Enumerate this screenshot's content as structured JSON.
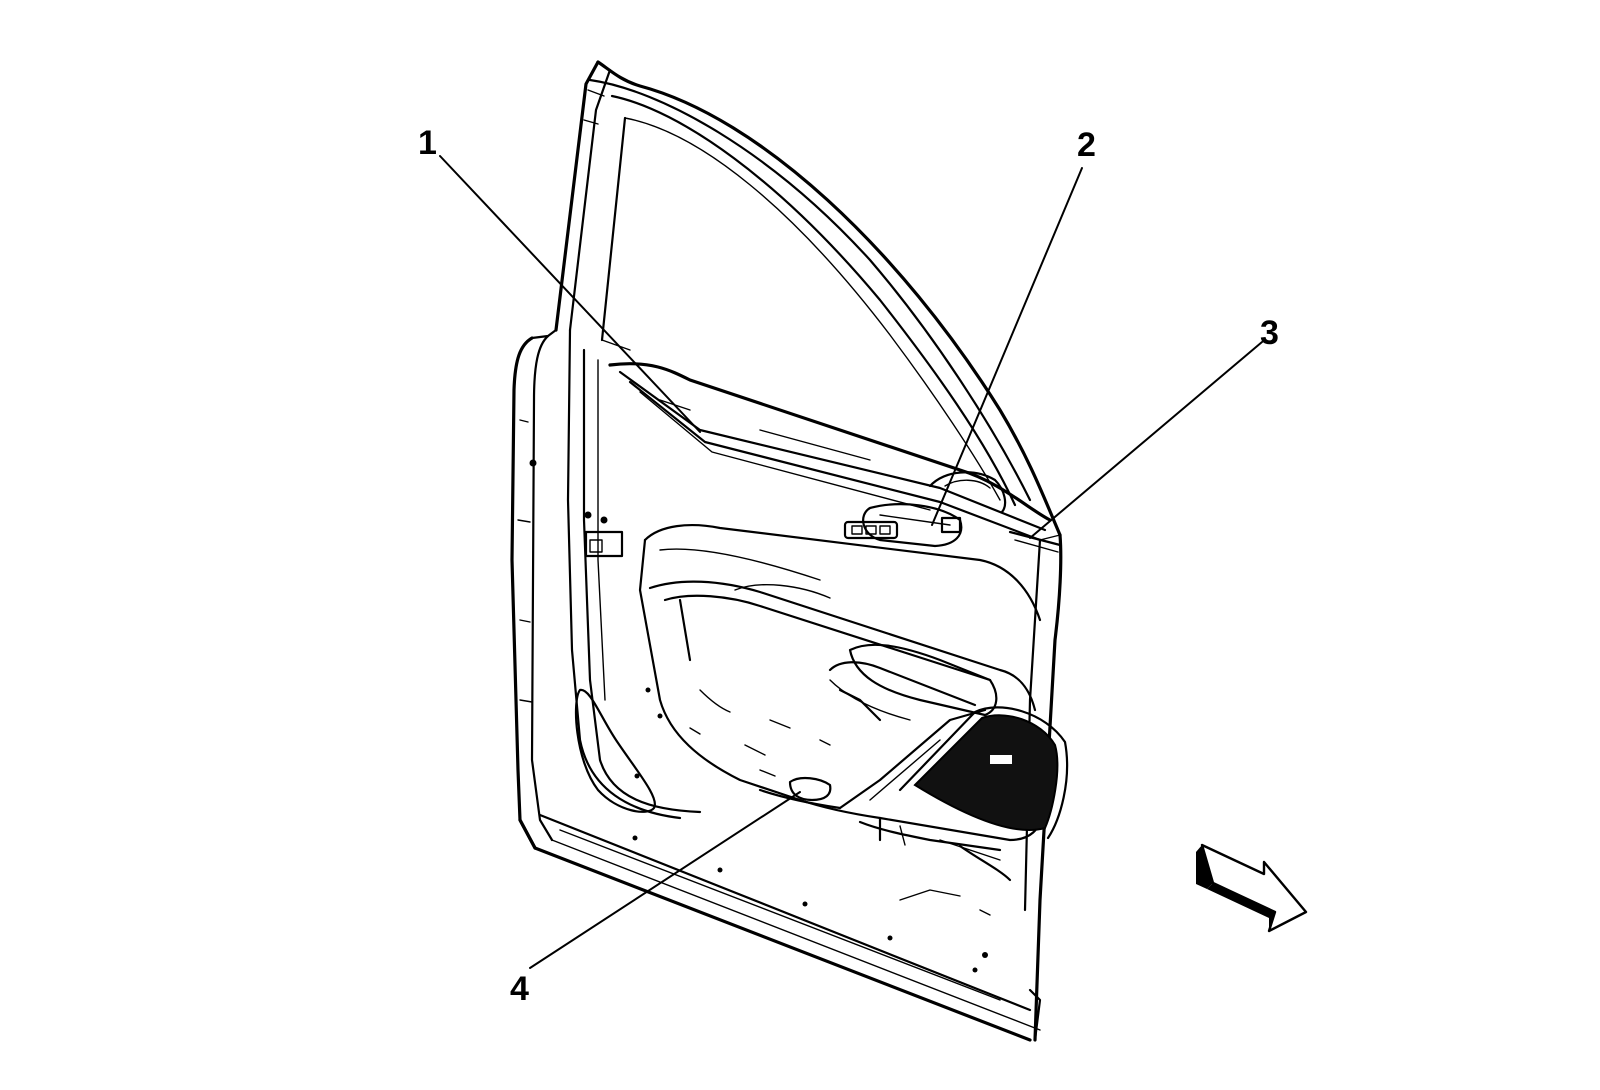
{
  "callouts": [
    {
      "number": "1"
    },
    {
      "number": "2"
    },
    {
      "number": "3"
    },
    {
      "number": "4"
    }
  ],
  "colors": {
    "line": "#000000",
    "background": "#ffffff",
    "speaker_fill": "#111111"
  },
  "icons": {
    "direction_arrow": "forward-direction-arrow-icon"
  }
}
